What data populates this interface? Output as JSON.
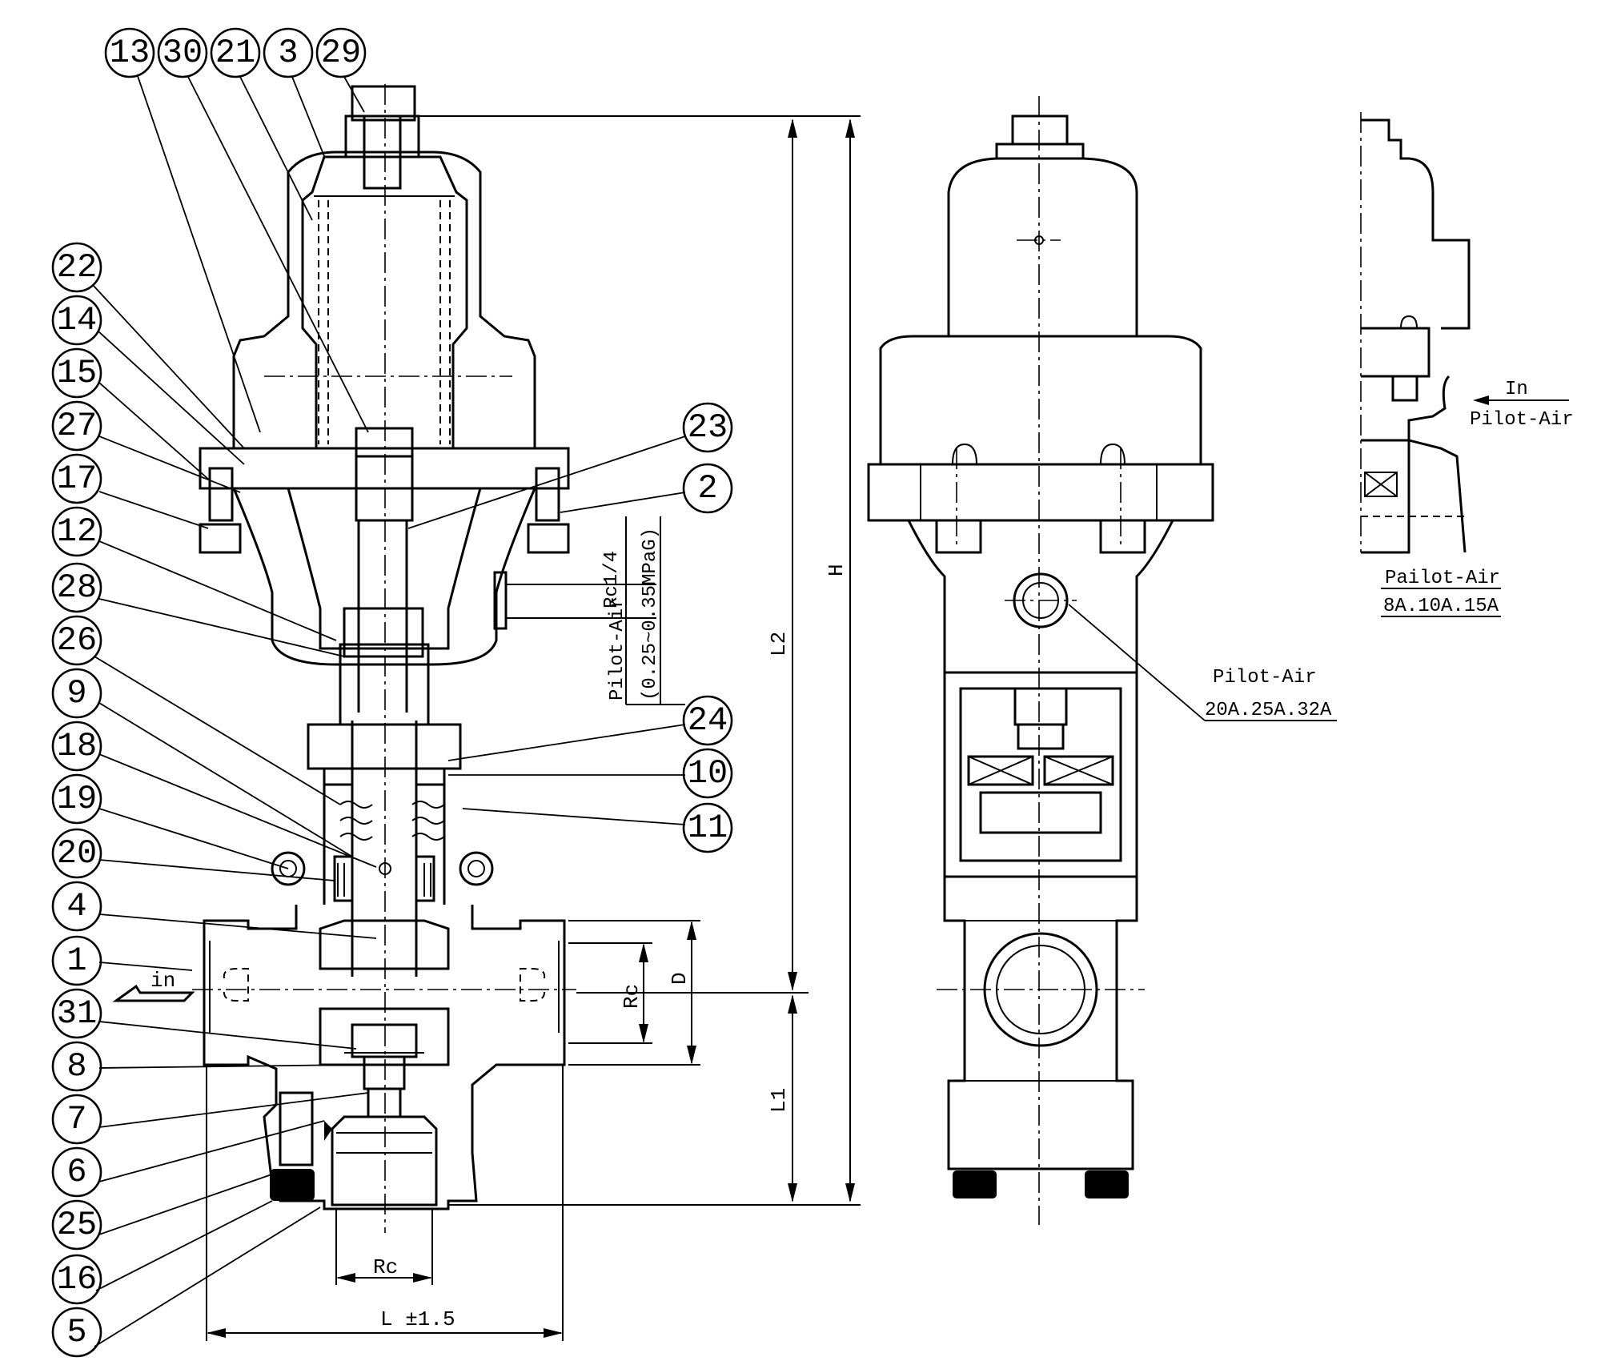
{
  "callouts": [
    "13",
    "30",
    "21",
    "3",
    "29",
    "22",
    "14",
    "15",
    "27",
    "17",
    "12",
    "28",
    "26",
    "9",
    "18",
    "19",
    "20",
    "4",
    "1",
    "31",
    "8",
    "7",
    "6",
    "25",
    "16",
    "5",
    "23",
    "2",
    "24",
    "10",
    "11"
  ],
  "dimensions": {
    "H": "H",
    "L2": "L2",
    "L1": "L1",
    "D": "D",
    "Rc_side": "Rc",
    "Rc_bottom": "Rc",
    "L": "L ±1.5"
  },
  "flow_label": "in",
  "pilot_port_note": {
    "line1": "Rc1/4",
    "line2": "Pilot-Air",
    "line3": "(0.25~0.35MPaG)"
  },
  "pilot_air_large": {
    "title": "Pilot-Air",
    "sizes": "20A.25A.32A"
  },
  "pilot_air_small": {
    "title": "Pailot-Air",
    "sizes": "8A.10A.15A"
  },
  "side_inlet": {
    "in": "In",
    "label": "Pilot-Air"
  }
}
